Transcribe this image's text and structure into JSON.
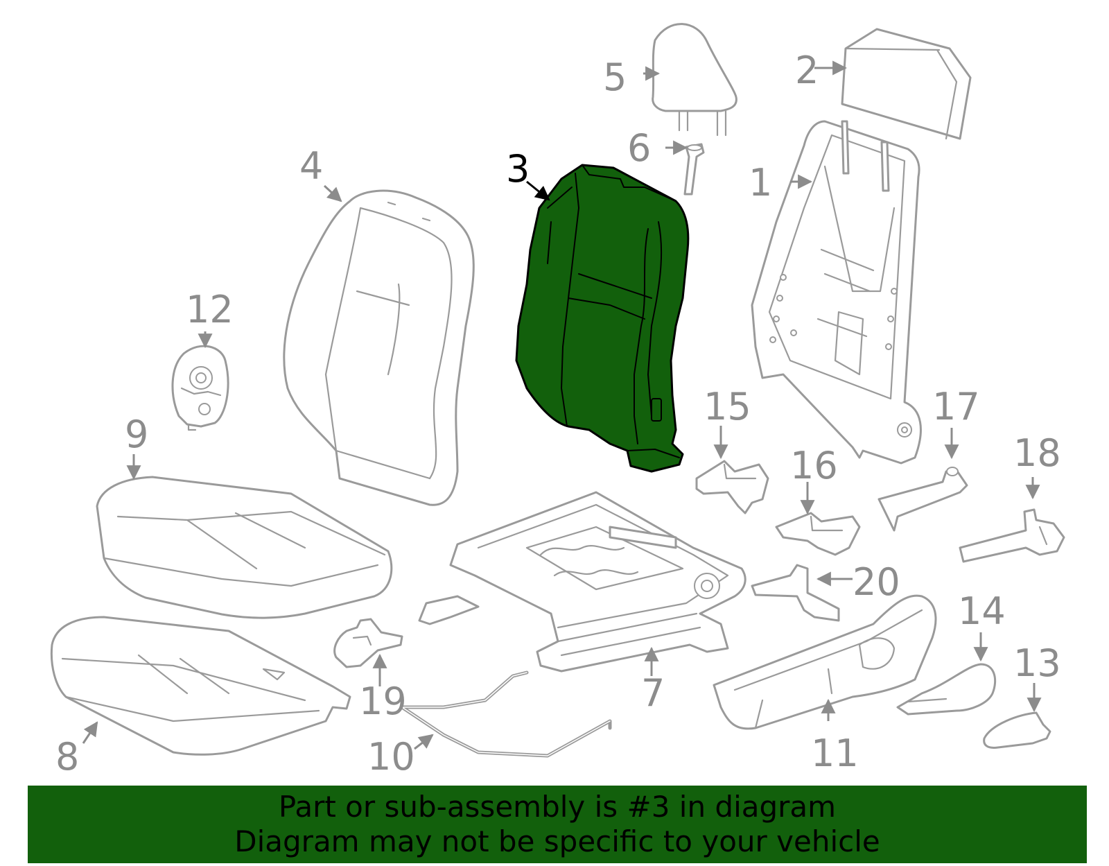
{
  "diagram": {
    "highlighted_part": "3",
    "highlight_color": "#12600c",
    "line_color": "#9a9a9a",
    "callouts": {
      "c1": "1",
      "c2": "2",
      "c3": "3",
      "c4": "4",
      "c5": "5",
      "c6": "6",
      "c7": "7",
      "c8": "8",
      "c9": "9",
      "c10": "10",
      "c11": "11",
      "c12": "12",
      "c13": "13",
      "c14": "14",
      "c15": "15",
      "c16": "16",
      "c17": "17",
      "c18": "18",
      "c19": "19",
      "c20": "20"
    }
  },
  "banner": {
    "line1": "Part or sub-assembly is #3 in diagram",
    "line2": "Diagram may not be specific to your vehicle",
    "background": "#12600c"
  }
}
